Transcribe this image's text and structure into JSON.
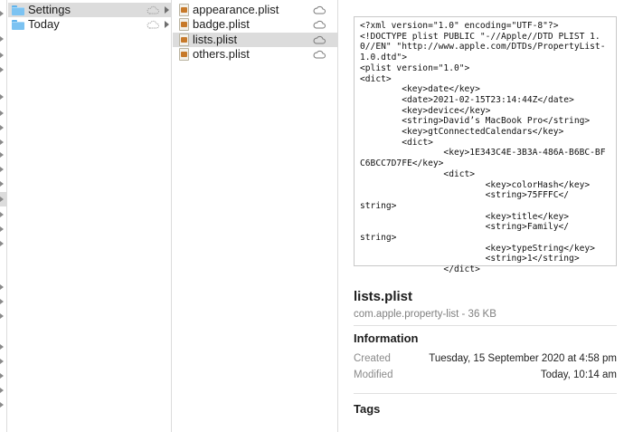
{
  "column1": {
    "items": [
      {
        "label": "Settings",
        "selected": true,
        "icon": "folder-icon"
      },
      {
        "label": "Today",
        "selected": false,
        "icon": "folder-icon"
      }
    ]
  },
  "column2": {
    "items": [
      {
        "label": "appearance.plist",
        "selected": false,
        "icon": "plist-file-icon"
      },
      {
        "label": "badge.plist",
        "selected": false,
        "icon": "plist-file-icon"
      },
      {
        "label": "lists.plist",
        "selected": true,
        "icon": "plist-file-icon"
      },
      {
        "label": "others.plist",
        "selected": false,
        "icon": "plist-file-icon"
      }
    ]
  },
  "preview": {
    "content": "<?xml version=\"1.0\" encoding=\"UTF-8\"?>\n<!DOCTYPE plist PUBLIC \"-//Apple//DTD PLIST 1.0//EN\" \"http://www.apple.com/DTDs/PropertyList-1.0.dtd\">\n<plist version=\"1.0\">\n<dict>\n        <key>date</key>\n        <date>2021-02-15T23:14:44Z</date>\n        <key>device</key>\n        <string>David’s MacBook Pro</string>\n        <key>gtConnectedCalendars</key>\n        <dict>\n                <key>1E343C4E-3B3A-486A-B6BC-BFC6BCC7D7FE</key>\n                <dict>\n                        <key>colorHash</key>\n                        <string>75FFFC</\nstring>\n                        <key>title</key>\n                        <string>Family</\nstring>\n                        <key>typeString</key>\n                        <string>1</string>\n                </dict>",
    "file_name": "lists.plist",
    "file_kind": "com.apple.property-list - 36 KB",
    "information_heading": "Information",
    "created_label": "Created",
    "created_value": "Tuesday, 15 September 2020 at 4:58 pm",
    "modified_label": "Modified",
    "modified_value": "Today, 10:14 am",
    "tags_heading": "Tags"
  },
  "colors": {
    "selection": "#dcdcdc",
    "folder": "#7cc3f2"
  }
}
